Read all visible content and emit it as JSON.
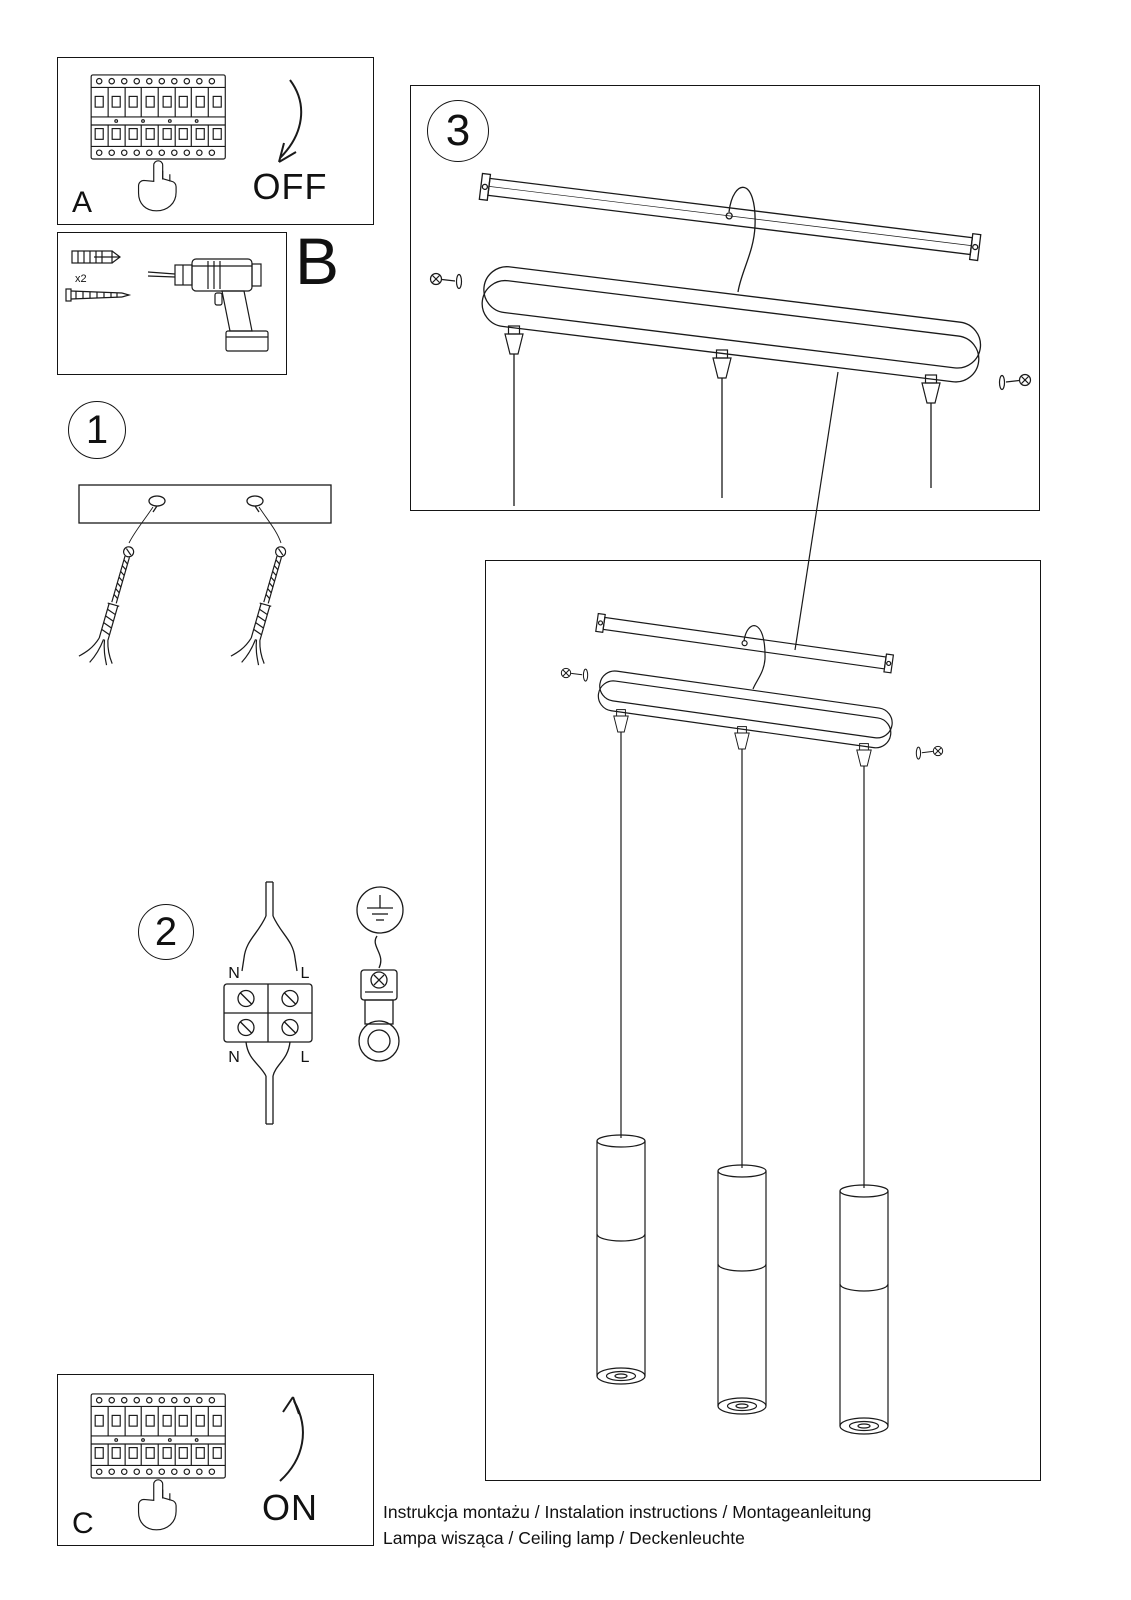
{
  "colors": {
    "ink": "#1a1a1a",
    "paper": "#ffffff"
  },
  "panel_off": {
    "label": "A",
    "action": "OFF"
  },
  "tools": {
    "label": "B",
    "anchor_count": "x2"
  },
  "step1": {
    "number": "1"
  },
  "step2": {
    "number": "2",
    "labels": {
      "n_top": "N",
      "l_top": "L",
      "n_bottom": "N",
      "l_bottom": "L"
    }
  },
  "step3": {
    "number": "3"
  },
  "panel_on": {
    "label": "C",
    "action": "ON"
  },
  "footer": {
    "line1": "Instrukcja montażu / Instalation instructions / Montageanleitung",
    "line2": "Lampa wisząca / Ceiling lamp / Deckenleuchte"
  }
}
